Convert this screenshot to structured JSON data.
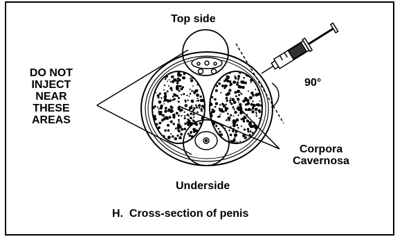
{
  "diagram": {
    "top_label": "Top side",
    "warning_lines": [
      "DO NOT",
      "INJECT",
      "NEAR",
      "THESE",
      "AREAS"
    ],
    "angle_label": "90°",
    "corpora_label_line1": "Corpora",
    "corpora_label_line2": "Cavernosa",
    "bottom_label": "Underside",
    "caption": "H.  Cross-section of penis"
  }
}
